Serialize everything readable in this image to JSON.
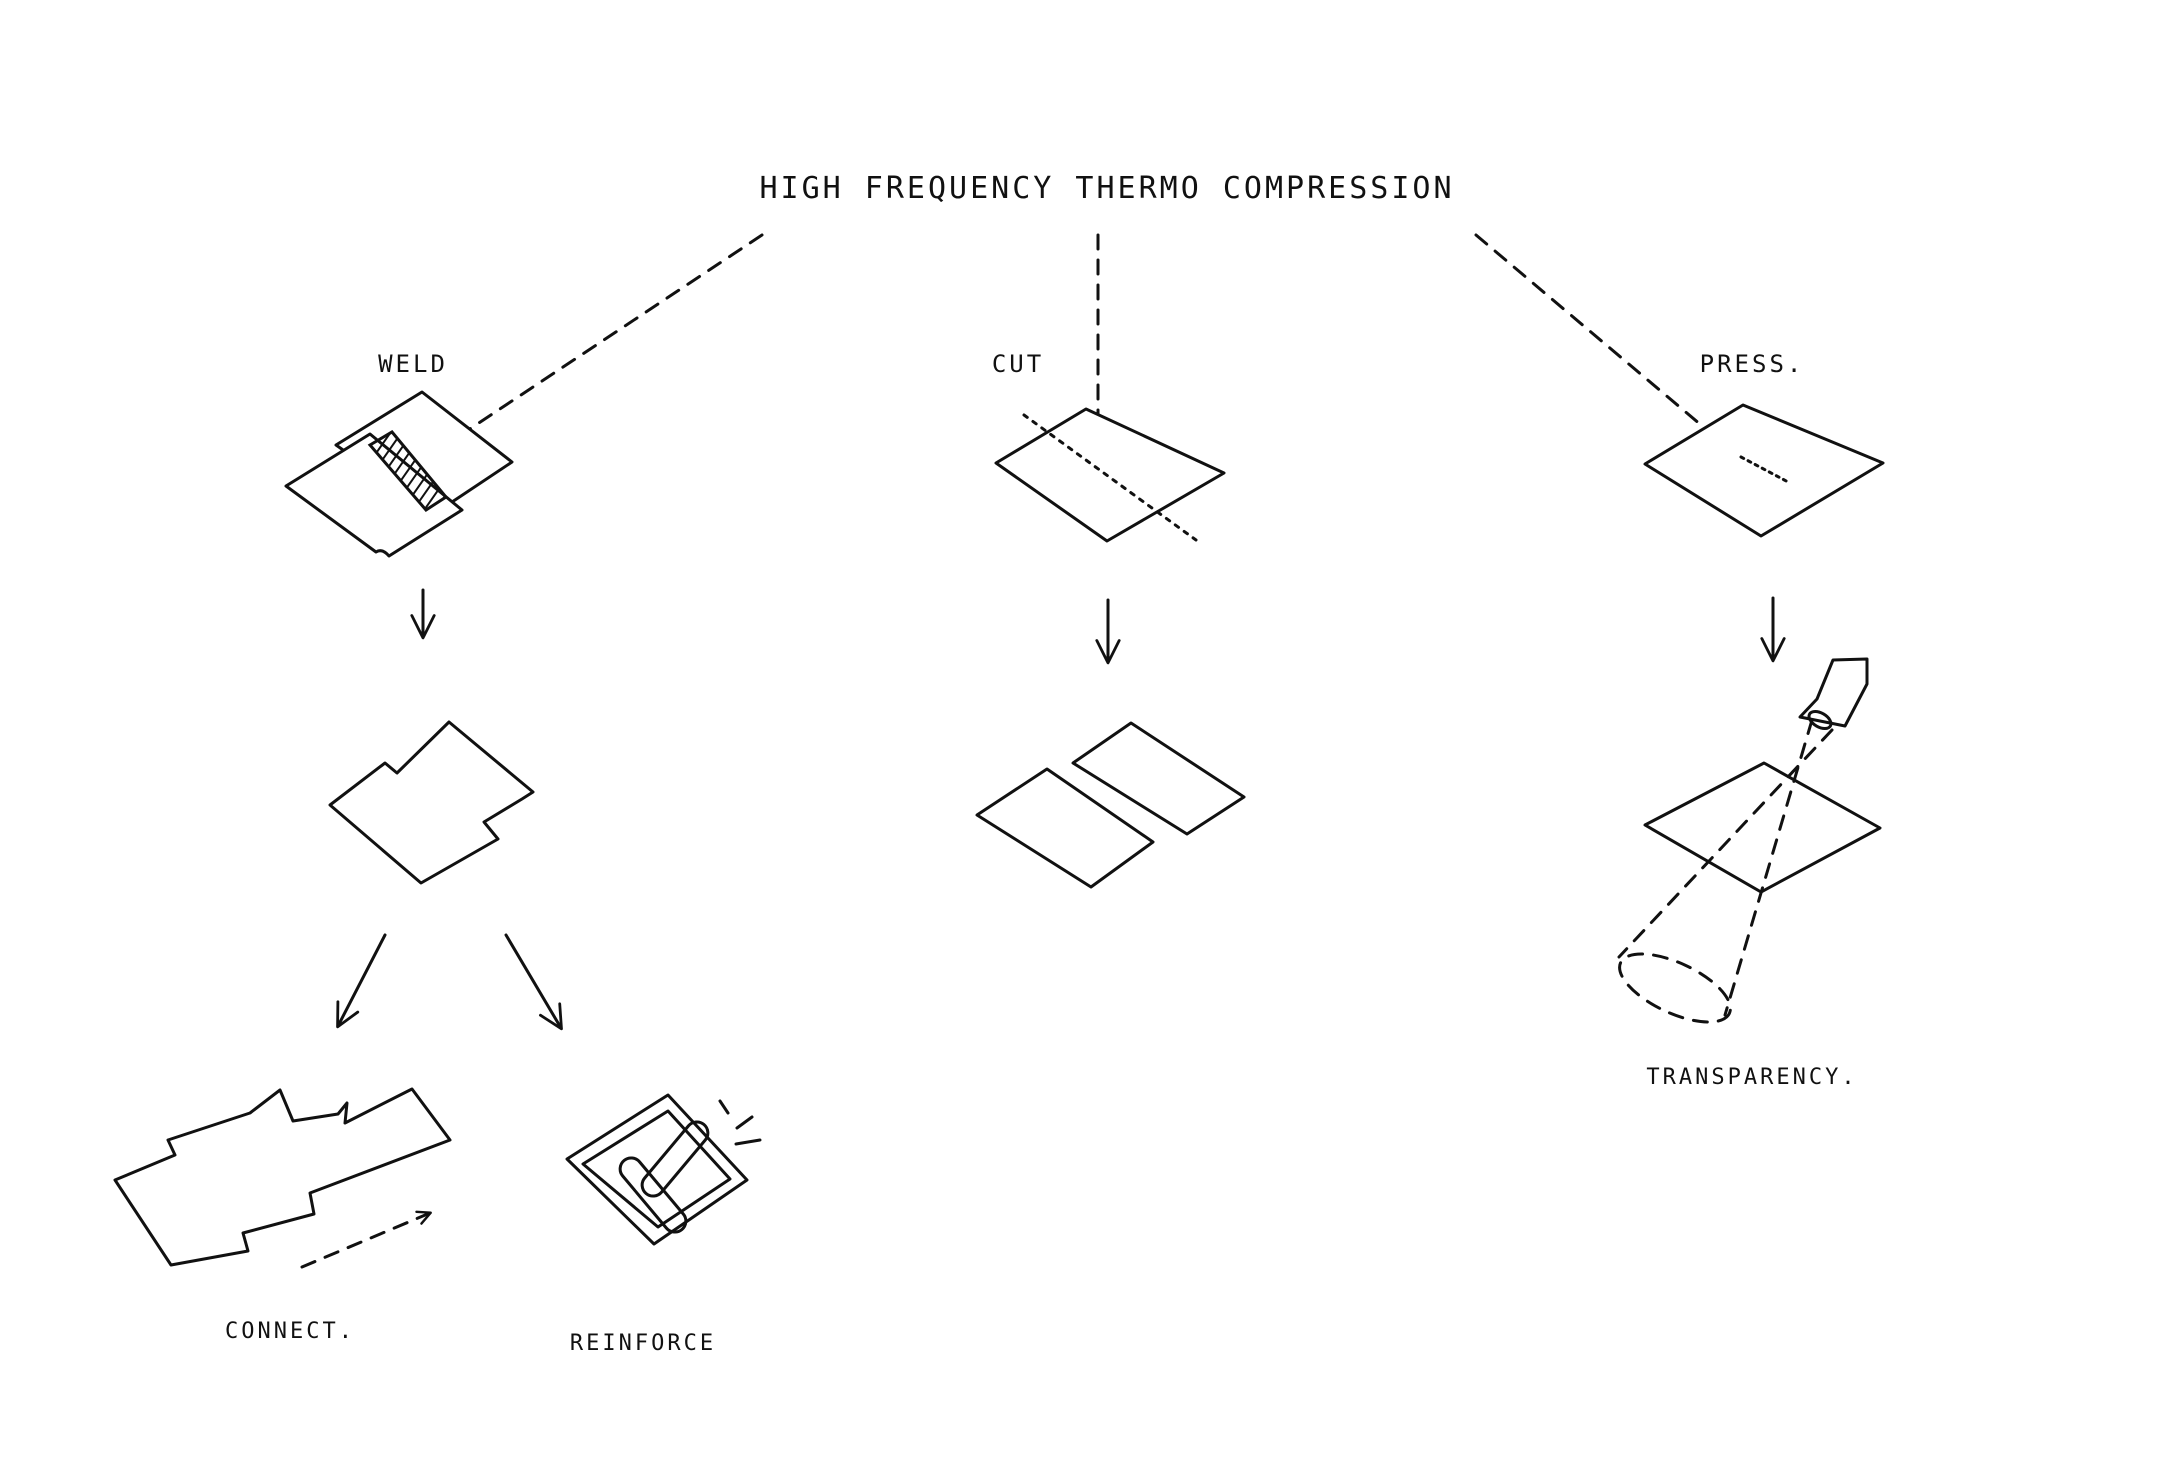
{
  "title": "HIGH FREQUENCY THERMO COMPRESSION",
  "branches": [
    {
      "label": "WELD"
    },
    {
      "label": "CUT"
    },
    {
      "label": "PRESS."
    }
  ],
  "outcomes": {
    "connect": "CONNECT.",
    "reinforce": "REINFORCE",
    "transparency": "TRANSPARENCY."
  },
  "colors": {
    "ink": "#111111",
    "paper": "#ffffff"
  }
}
